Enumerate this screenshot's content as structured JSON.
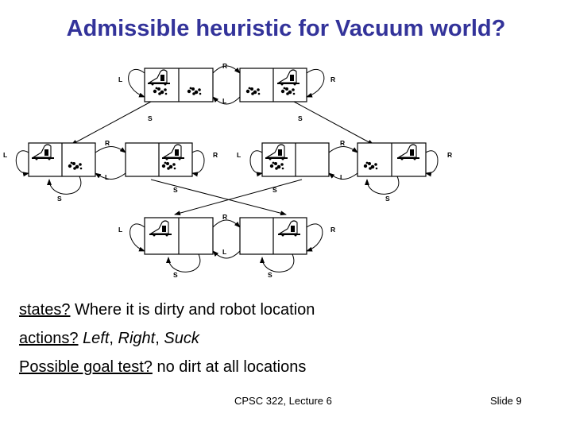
{
  "title": "Admissible heuristic for Vacuum world?",
  "diagram": {
    "edge_labels": {
      "left": "L",
      "right": "R",
      "suck": "S"
    }
  },
  "bullets": [
    {
      "key": "states?",
      "text": " Where it is dirty and robot location"
    },
    {
      "key": "actions?",
      "parts": [
        " ",
        "Left",
        ", ",
        "Right",
        ", ",
        "Suck"
      ]
    },
    {
      "key": "Possible goal test?",
      "text": " no dirt at all locations"
    }
  ],
  "footer": "CPSC 322, Lecture 6",
  "slide_number": "Slide 9"
}
